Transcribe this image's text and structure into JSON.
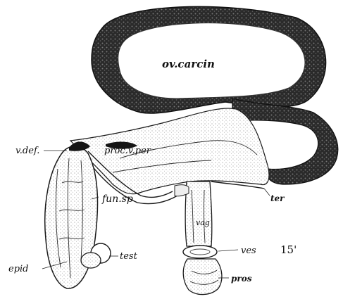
{
  "figure": {
    "labels": {
      "ovary": "ov.carcin",
      "vas_deferens": "v.def.",
      "processus": "proc.v.per",
      "funiculus": "fun.sp",
      "epididymis": "epid",
      "testis": "test",
      "ligament": "ter",
      "vagina": "vag",
      "vesicle": "ves",
      "prostate": "pros"
    },
    "figure_number": "15'",
    "colors": {
      "ink": "#1a1a1a",
      "dark_tissue": "#151515",
      "mid_tissue": "#555555",
      "paper": "#ffffff"
    }
  }
}
